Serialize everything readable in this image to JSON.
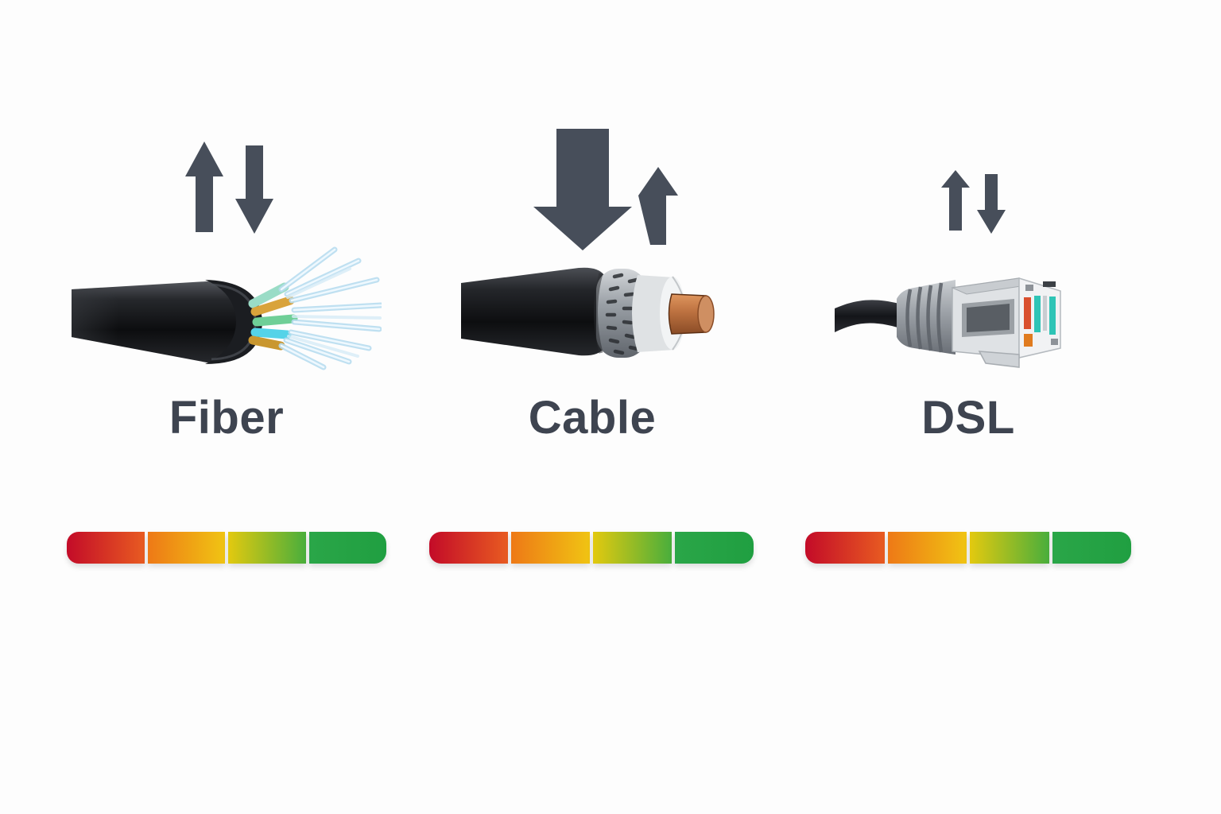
{
  "background_color": "#fdfdfd",
  "arrow_color": "#474e5a",
  "label_color": "#3e4450",
  "rating_bar": {
    "segment_count": 4,
    "segments": [
      {
        "name": "poor-red",
        "gradient": [
          "#c30b28",
          "#e85b21"
        ]
      },
      {
        "name": "fair-orange",
        "gradient": [
          "#ee7916",
          "#f0c413"
        ]
      },
      {
        "name": "good-yellow-green",
        "gradient": [
          "#e3c90f",
          "#49ae3c"
        ]
      },
      {
        "name": "best-green",
        "gradient": [
          "#2aa648",
          "#209f41"
        ]
      }
    ]
  },
  "columns": [
    {
      "id": "fiber",
      "label": "Fiber",
      "illustration": "fiber-optic-cable",
      "arrows": [
        {
          "direction": "up",
          "size": "large"
        },
        {
          "direction": "down",
          "size": "large"
        }
      ]
    },
    {
      "id": "cable",
      "label": "Cable",
      "illustration": "coaxial-cable",
      "arrows": [
        {
          "direction": "down",
          "size": "x-large"
        },
        {
          "direction": "up",
          "size": "small"
        }
      ]
    },
    {
      "id": "dsl",
      "label": "DSL",
      "illustration": "rj11-phone-connector",
      "arrows": [
        {
          "direction": "up",
          "size": "small"
        },
        {
          "direction": "down",
          "size": "small"
        }
      ]
    }
  ]
}
